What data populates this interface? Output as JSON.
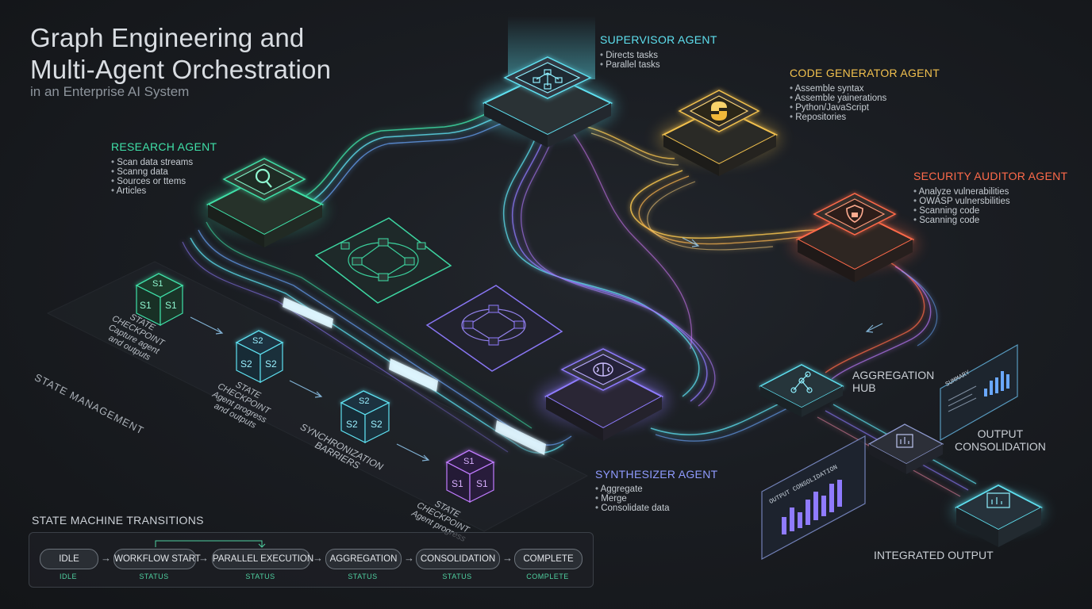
{
  "header": {
    "title_line1": "Graph Engineering and",
    "title_line2": "Multi-Agent Orchestration",
    "subtitle": "in an Enterprise AI System"
  },
  "agents": {
    "supervisor": {
      "label": "SUPERVISOR AGENT",
      "items": [
        "Directs tasks",
        "Parallel tasks"
      ],
      "color": "#5ee0f0"
    },
    "code_generator": {
      "label": "CODE GENERATOR AGENT",
      "items": [
        "Assemble syntax",
        "Assemble yainerations",
        "Python/JavaScript",
        "Repositories"
      ],
      "color": "#f2c14e"
    },
    "research": {
      "label": "RESEARCH AGENT",
      "items": [
        "Scan data streams",
        "Scanng data",
        "Sources or ttems",
        "Articles"
      ],
      "color": "#3fe0a8"
    },
    "security_auditor": {
      "label": "SECURITY AUDITOR AGENT",
      "items": [
        "Analyze vulnerabilities",
        "OWASP vulnersbilities",
        "Scanning code",
        "Scanning code"
      ],
      "color": "#ff6a4a"
    },
    "synthesizer": {
      "label": "SYNTHESIZER AGENT",
      "items": [
        "Aggregate",
        "Merge",
        "Consolidate data"
      ],
      "color": "#8f7bff"
    }
  },
  "hubs": {
    "aggregation_line1": "AGGREGATION",
    "aggregation_line2": "HUB",
    "output_line1": "OUTPUT",
    "output_line2": "CONSOLIDATION",
    "integrated": "INTEGRATED OUTPUT",
    "summary_panel_title": "SUMMARY",
    "consolidation_panel_title": "OUTPUT CONSOLIDATION"
  },
  "state": {
    "management_label": "STATE MANAGEMENT",
    "sync_label_line1": "SYNCHRONIZATION",
    "sync_label_line2": "BARRIERS",
    "checkpoints": [
      {
        "code": "S1",
        "line1": "STATE",
        "line2": "CHECKPOINT",
        "line3": "Capture agent",
        "line4": "and outputs"
      },
      {
        "code": "S2",
        "line1": "STATE",
        "line2": "CHECKPOINT",
        "line3": "Agent progress",
        "line4": "and outputs"
      },
      {
        "code": "S2",
        "line1": "",
        "line2": "",
        "line3": "",
        "line4": ""
      },
      {
        "code": "S1",
        "line1": "STATE",
        "line2": "CHECKPOINT",
        "line3": "Agent progress",
        "line4": ""
      }
    ]
  },
  "state_machine": {
    "title": "STATE MACHINE TRANSITIONS",
    "steps": [
      {
        "label": "IDLE",
        "status": "IDLE"
      },
      {
        "label": "WORKFLOW START",
        "status": "STATUS"
      },
      {
        "label": "PARALLEL EXECUTION",
        "status": "STATUS"
      },
      {
        "label": "AGGREGATION",
        "status": "STATUS"
      },
      {
        "label": "CONSOLIDATION",
        "status": "STATUS"
      },
      {
        "label": "COMPLETE",
        "status": "COMPLETE"
      }
    ],
    "arrow": "→"
  },
  "colors": {
    "teal": "#3fe0a8",
    "cyan": "#5ee0f0",
    "amber": "#f2c14e",
    "red": "#ff6a4a",
    "violet": "#8f7bff",
    "blue": "#6aa8ff"
  },
  "icons": {
    "supervisor": "graph-nodes-icon",
    "code_generator": "python-logo-icon",
    "research": "magnifier-icon",
    "security": "shield-lock-icon",
    "synthesizer": "brain-icon",
    "aggregation": "hub-nodes-icon",
    "output": "document-chart-icon",
    "integrated": "server-chart-icon"
  }
}
